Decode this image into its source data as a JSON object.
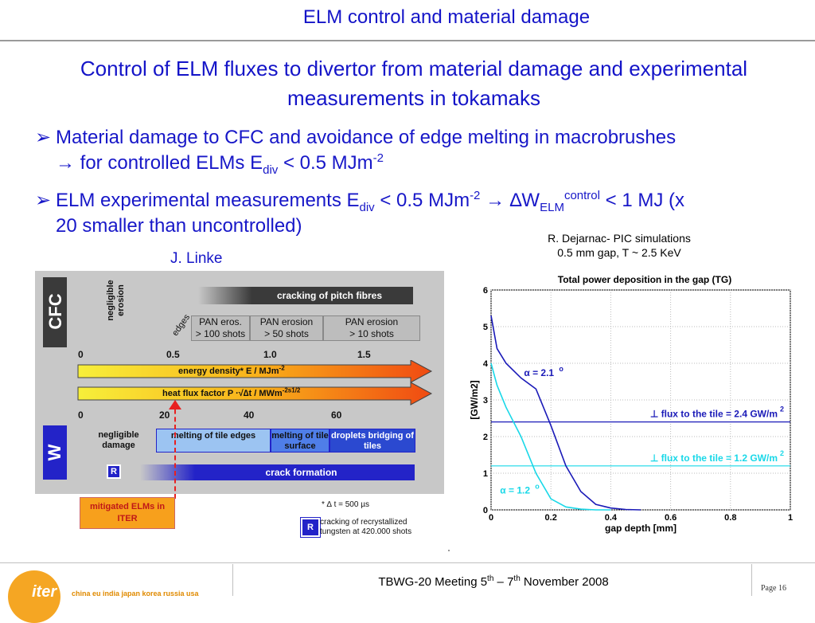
{
  "header": {
    "title": "ELM control and material damage"
  },
  "subtitle": "Control of ELM fluxes to divertor from material damage and experimental measurements in tokamaks",
  "bullets": {
    "b1_line1": "Material damage to CFC and avoidance of edge melting in macrobrushes",
    "b1_arrow": "→",
    "b1_line2_pre": " for controlled ELMs E",
    "b1_sub": "div",
    "b1_line2_post": " < 0.5 MJm",
    "b1_sup": "-2",
    "b2_pre": "ELM experimental measurements E",
    "b2_sub1": "div",
    "b2_mid1": " < 0.5 MJm",
    "b2_sup1": "-2",
    "b2_arrow": " → ",
    "b2_delta": "∆W",
    "b2_sub2": "ELM",
    "b2_sup2": "control",
    "b2_post": " < 1 MJ (x",
    "b2_line2": "20 smaller than uncontrolled)",
    "marker": "➢"
  },
  "sim_note": {
    "line1": "R. Dejarnac- PIC simulations",
    "line2": "0.5 mm gap, T ~ 2.5 KeV"
  },
  "author": "J. Linke",
  "material_figure": {
    "cfc_label": "CFC",
    "w_label": "W",
    "negligible_erosion": "negligible erosion",
    "cracking_pitch": "cracking of pitch fibres",
    "edges": "edges",
    "pan1_l1": "PAN eros.",
    "pan1_l2": "> 100 shots",
    "pan2_l1": "PAN erosion",
    "pan2_l2": "> 50 shots",
    "pan3_l1": "PAN erosion",
    "pan3_l2": "> 10 shots",
    "top_ticks": [
      "0",
      "0.5",
      "1.0",
      "1.5"
    ],
    "energy_density": "energy density* E / MJm",
    "energy_sup": "-2",
    "heat_flux": "heat flux factor P ·√∆t / MWm",
    "heat_sup": "-2s1/2",
    "bottom_ticks": [
      "0",
      "20",
      "40",
      "60"
    ],
    "negligible_damage": "negligible damage",
    "melt_edges": "melting of tile edges",
    "melt_surface": "melting of tile surface",
    "droplets": "droplets bridging of tiles",
    "r_box": "R",
    "crack_formation": "crack formation",
    "mitigated": "mitigated ELMs in ITER",
    "footnote": "* ∆ t = 500 µs",
    "legend_r": "R",
    "legend_text": "cracking of recrystallized tungsten at 420.000 shots"
  },
  "chart_data": {
    "type": "line",
    "title": "Total power deposition in the gap (TG)",
    "xlabel": "gap depth [mm]",
    "ylabel": "[GW/m2]",
    "xlim": [
      0,
      1
    ],
    "ylim": [
      0,
      6
    ],
    "xticks": [
      "0",
      "0.2",
      "0.4",
      "0.6",
      "0.8",
      "1"
    ],
    "yticks": [
      "0",
      "1",
      "2",
      "3",
      "4",
      "5",
      "6"
    ],
    "grid": true,
    "series": [
      {
        "name": "α = 2.1°",
        "color": "#1a1ab8",
        "x": [
          0,
          0.02,
          0.05,
          0.1,
          0.15,
          0.2,
          0.25,
          0.3,
          0.35,
          0.4,
          0.45,
          0.5
        ],
        "y": [
          5.3,
          4.4,
          4.0,
          3.6,
          3.3,
          2.3,
          1.2,
          0.5,
          0.15,
          0.05,
          0.01,
          0.0
        ]
      },
      {
        "name": "α = 1.2°",
        "color": "#19d8e8",
        "x": [
          0,
          0.02,
          0.05,
          0.1,
          0.15,
          0.2,
          0.25,
          0.3,
          0.35,
          0.4
        ],
        "y": [
          4.0,
          3.4,
          2.8,
          2.0,
          1.0,
          0.3,
          0.08,
          0.02,
          0.0,
          0.0
        ]
      }
    ],
    "hlines": [
      {
        "label": "⊥ flux to the tile = 2.4 GW/m",
        "sup": "2",
        "y": 2.4,
        "color": "#1a1ab8"
      },
      {
        "label": "⊥ flux to the tile = 1.2 GW/m",
        "sup": "2",
        "y": 1.2,
        "color": "#19d8e8"
      }
    ],
    "annotations": [
      {
        "text": "α = 2.1",
        "sup": "o",
        "x": 0.11,
        "y": 3.65,
        "color": "#1a1ab8"
      },
      {
        "text": "α = 1.2",
        "sup": "o",
        "x": 0.03,
        "y": 0.45,
        "color": "#19d8e8"
      }
    ]
  },
  "footer": {
    "meeting_pre": "TBWG-20 Meeting 5",
    "meeting_sup1": "th",
    "meeting_mid": " – 7",
    "meeting_sup2": "th",
    "meeting_post": " November 2008",
    "page": "Page 16",
    "logo": "iter",
    "logo_text": "china eu india japan korea russia usa"
  }
}
